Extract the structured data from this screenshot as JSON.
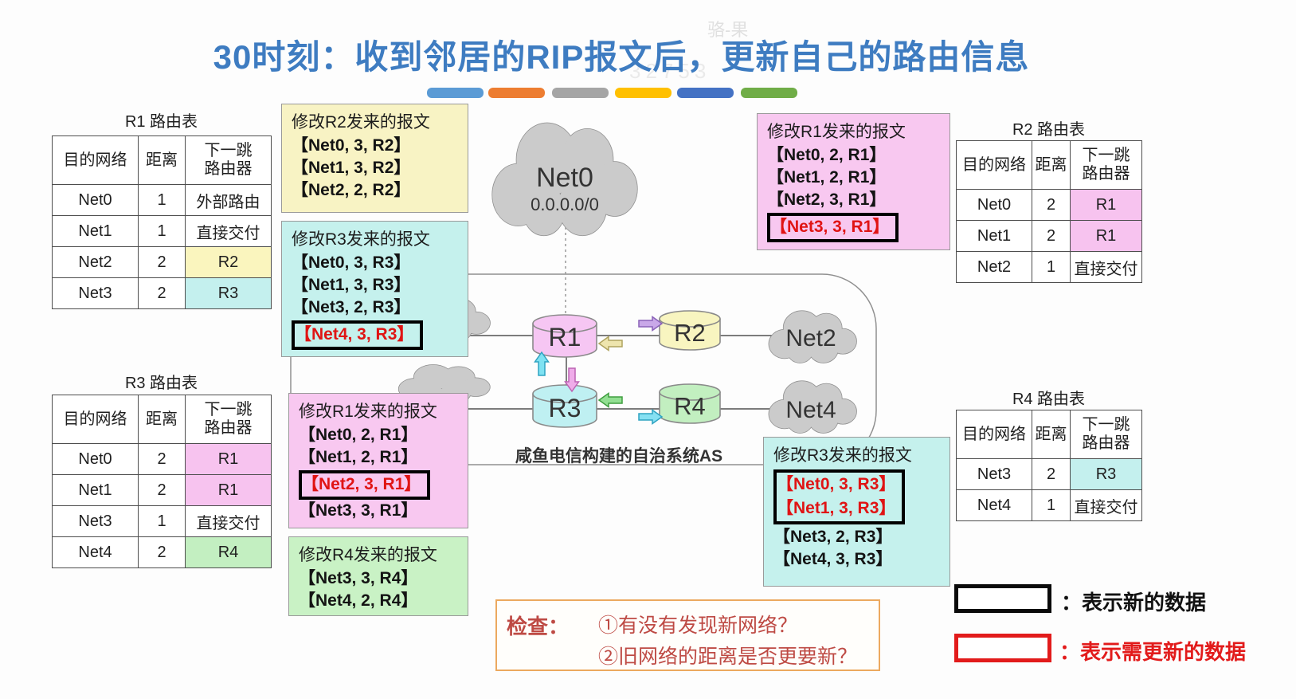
{
  "title": "30时刻：收到邻居的RIP报文后，更新自己的路由信息",
  "watermark": {
    "name": "骆-果",
    "code": "32753"
  },
  "decor_bars": [
    "#5B9BD5",
    "#ED7D31",
    "#A5A5A5",
    "#FFC000",
    "#4472C4",
    "#70AD47"
  ],
  "tables": {
    "headers": [
      "目的网络",
      "距离",
      "下一跳",
      "路由器"
    ],
    "r1": {
      "title": "R1 路由表",
      "rows": [
        [
          "Net0",
          "1",
          "外部路由"
        ],
        [
          "Net1",
          "1",
          "直接交付"
        ],
        [
          "Net2",
          "2",
          "R2"
        ],
        [
          "Net3",
          "2",
          "R3"
        ]
      ]
    },
    "r2": {
      "title": "R2 路由表",
      "rows": [
        [
          "Net0",
          "2",
          "R1"
        ],
        [
          "Net1",
          "2",
          "R1"
        ],
        [
          "Net2",
          "1",
          "直接交付"
        ]
      ]
    },
    "r3": {
      "title": "R3 路由表",
      "rows": [
        [
          "Net0",
          "2",
          "R1"
        ],
        [
          "Net1",
          "2",
          "R1"
        ],
        [
          "Net3",
          "1",
          "直接交付"
        ],
        [
          "Net4",
          "2",
          "R4"
        ]
      ]
    },
    "r4": {
      "title": "R4 路由表",
      "rows": [
        [
          "Net3",
          "2",
          "R3"
        ],
        [
          "Net4",
          "1",
          "直接交付"
        ]
      ]
    }
  },
  "messages": {
    "from_r2_at_r1": {
      "title": "修改R2发来的报文",
      "lines": [
        "【Net0, 3, R2】",
        "【Net1, 3, R2】",
        "【Net2, 2, R2】"
      ]
    },
    "from_r3_at_r1": {
      "title": "修改R3发来的报文",
      "lines": [
        "【Net0, 3, R3】",
        "【Net1, 3, R3】",
        "【Net3, 2, R3】",
        "【Net4, 3, R3】"
      ]
    },
    "from_r1_at_r2": {
      "title": "修改R1发来的报文",
      "lines": [
        "【Net0, 2, R1】",
        "【Net1, 2, R1】",
        "【Net2, 3, R1】",
        "【Net3, 3, R1】"
      ]
    },
    "from_r1_at_r3": {
      "title": "修改R1发来的报文",
      "lines": [
        "【Net0, 2, R1】",
        "【Net1, 2, R1】",
        "【Net2, 3, R1】",
        "【Net3, 3, R1】"
      ]
    },
    "from_r4_at_r3": {
      "title": "修改R4发来的报文",
      "lines": [
        "【Net3, 3, R4】",
        "【Net4, 2, R4】"
      ]
    },
    "from_r3_at_r4": {
      "title": "修改R3发来的报文",
      "lines": [
        "【Net0, 3, R3】",
        "【Net1, 3, R3】",
        "【Net3, 2, R3】",
        "【Net4, 3, R3】"
      ]
    }
  },
  "network": {
    "clouds": {
      "net0": {
        "label": "Net0",
        "sublabel": "0.0.0.0/0"
      },
      "net2": {
        "label": "Net2"
      },
      "net4": {
        "label": "Net4"
      }
    },
    "routers": {
      "r1": "R1",
      "r2": "R2",
      "r3": "R3",
      "r4": "R4"
    },
    "as_label": "咸鱼电信构建的自治系统AS"
  },
  "check": {
    "label": "检查：",
    "item1": "①有没有发现新网络？",
    "item2": "②旧网络的距离是否更要新？"
  },
  "legend": {
    "new_data": "：表示新的数据",
    "update_data": "：表示需更新的数据"
  },
  "colors": {
    "title_blue": "#3E7CC1",
    "new_data_border": "#000000",
    "update_data_border": "#E21B1B",
    "update_text_red": "#E01414",
    "box_yellow": "#F8F3C4",
    "box_cyan": "#C5F1ED",
    "box_pink": "#F8C8F0",
    "box_green": "#C9F2C5",
    "cell_yellow": "#FAF5BE",
    "cell_cyan": "#C4F0EE",
    "cell_pink": "#F7C3EF",
    "cell_green": "#C3EFC1",
    "router_r1": "#F6C6F3",
    "router_r2": "#F8F5C0",
    "router_r3": "#BFF0F2",
    "router_r4": "#C2EFC0",
    "cloud_gray": "#CBCBCB"
  }
}
